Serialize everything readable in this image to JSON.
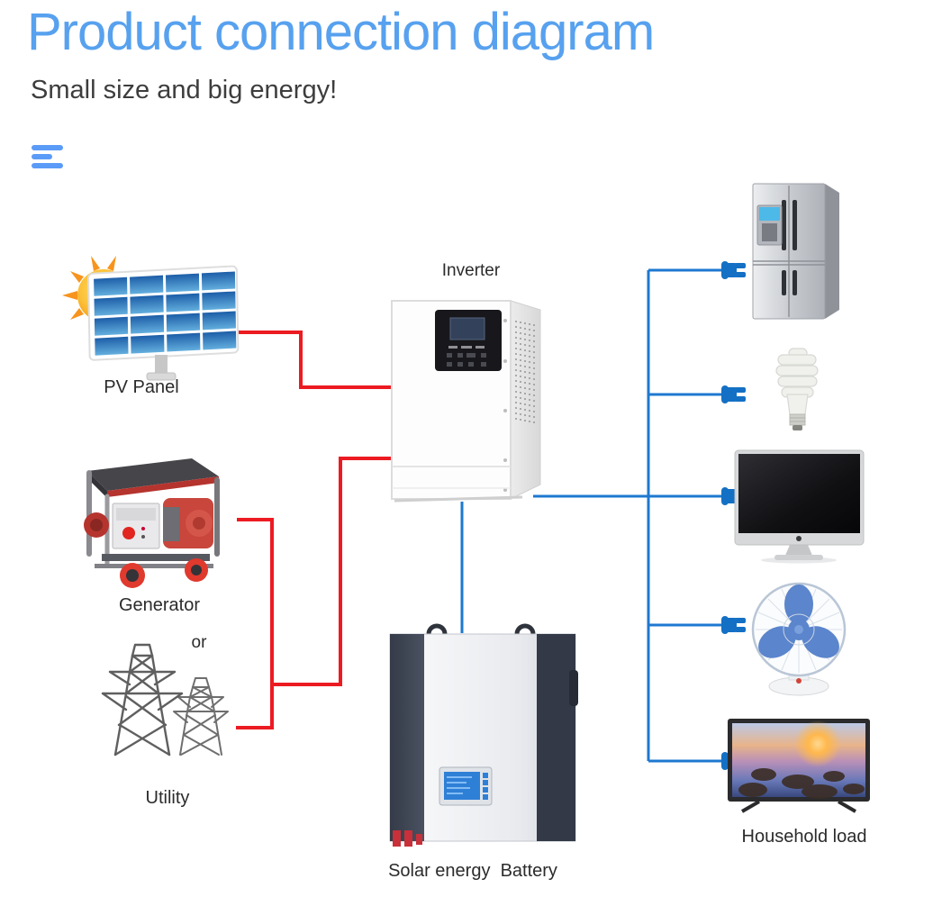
{
  "page": {
    "title": "Product connection diagram",
    "subtitle": "Small size and big energy!"
  },
  "icons": {
    "menu": "menu-icon",
    "plug": "power-plug-icon",
    "sun": "sun-icon"
  },
  "colors": {
    "title_blue": "#57a1ef",
    "menu_blue": "#5b9bf8",
    "dc_line_red": "#ec1b22",
    "ac_line_blue": "#1e78d0",
    "plug_blue": "#1470c4",
    "label_text": "#2b2b2b"
  },
  "diagram": {
    "sources": [
      {
        "id": "pv_panel",
        "label": "PV Panel"
      },
      {
        "id": "generator",
        "label": "Generator"
      },
      {
        "id": "utility",
        "label": "Utility"
      }
    ],
    "or_separator": "or",
    "inverter_label": "Inverter",
    "battery_label": "Solar energy  Battery",
    "load_label": "Household load",
    "loads": [
      "refrigerator",
      "energy-saving-bulb",
      "computer-monitor",
      "table-fan",
      "television"
    ]
  }
}
